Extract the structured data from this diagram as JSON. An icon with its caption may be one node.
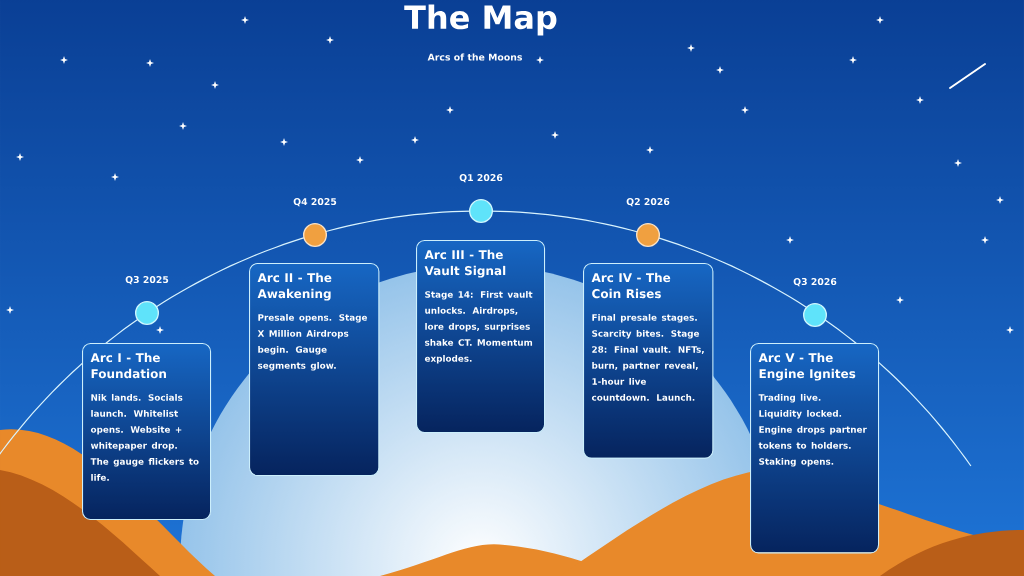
{
  "diagram": {
    "title": "The Map",
    "nodes": [
      {
        "text": [
          "Arc I - The Foundation",
          "Nik lands. Socials launch. Whitelist opens. Website + whitepaper drop. The gauge flickers to life."
        ]
      },
      {
        "text": [
          "Arc II - The Awakening",
          "Presale opens. Stage X Million Airdrops begin. Gauge segments glow."
        ]
      },
      {
        "text": [
          "Arc III - The Vault Signal",
          "Stage 14: First vault unlocks. Airdrops, lore drops, surprises shake CT. Momentum explodes."
        ]
      },
      {
        "text": [
          "Arc IV - The Coin Rises",
          "Final presale stages. Scarcity bites. Stage 28: Final vault. NFTs, burn, partner reveal, 1-hour live countdown. Launch."
        ]
      },
      {
        "text": [
          "Arc V - The Engine Ignites",
          "Trading live. Liquidity locked. Engine drops partner tokens to holders. Staking opens."
        ]
      },
      {
        "text": [],
        "shape": "circle",
        "beside": [
          "Q3 2025"
        ]
      },
      {
        "text": [],
        "shape": "circle",
        "beside": [
          "Q4 2025"
        ]
      },
      {
        "text": [],
        "shape": "circle",
        "beside": [
          "Q1 2026"
        ]
      },
      {
        "text": [],
        "shape": "circle",
        "beside": [
          "Q2 2026"
        ]
      },
      {
        "text": [],
        "shape": "circle",
        "beside": [
          "Q3 2026"
        ]
      }
    ],
    "labels": [
      "Arcs of the Moons"
    ]
  }
}
